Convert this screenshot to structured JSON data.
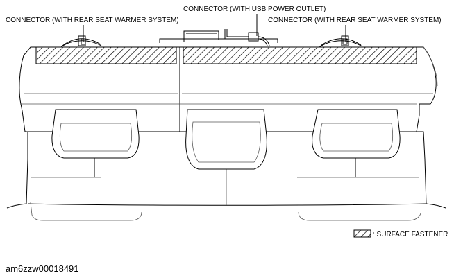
{
  "callouts": {
    "connector_left": "CONNECTOR (WITH REAR SEAT WARMER SYSTEM)",
    "connector_center": "CONNECTOR (WITH USB POWER OUTLET)",
    "connector_right": "CONNECTOR (WITH REAR SEAT WARMER SYSTEM)"
  },
  "legend": {
    "label": ": SURFACE FASTENER"
  },
  "figure_code": "am6zzw00018491",
  "colors": {
    "line": "#000000",
    "background": "#ffffff"
  }
}
